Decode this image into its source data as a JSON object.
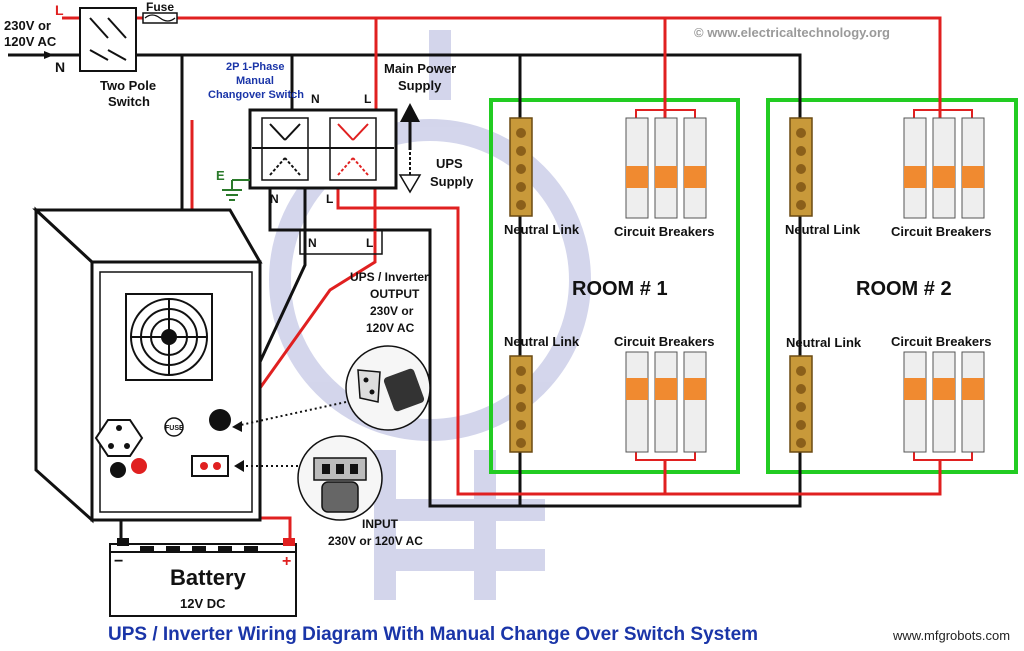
{
  "supply": {
    "voltage_line1": "230V or",
    "voltage_line2": "120V AC",
    "line_label": "L",
    "neutral_label": "N"
  },
  "fuse_label": "Fuse",
  "two_pole_switch": {
    "line1": "Two Pole",
    "line2": "Switch"
  },
  "changeover": {
    "line1": "2P 1-Phase",
    "line2": "Manual",
    "line3": "Changover Switch",
    "n_top": "N",
    "l_top": "L",
    "n_bottom": "N",
    "l_bottom": "L",
    "earth_label": "E"
  },
  "main_power": {
    "line1": "Main Power",
    "line2": "Supply"
  },
  "ups_supply": {
    "line1": "UPS",
    "line2": "Supply"
  },
  "inverter_wire": {
    "n_label": "N",
    "l_label": "L"
  },
  "ups_output": {
    "line1": "UPS / Inverter",
    "line2": "OUTPUT",
    "line3": "230V or",
    "line4": "120V AC"
  },
  "ups_input": {
    "line1": "INPUT",
    "line2": "230V or 120V AC"
  },
  "fuse_panel_label": "FUSE",
  "battery": {
    "title": "Battery",
    "subtitle": "12V DC",
    "minus": "−",
    "plus": "+"
  },
  "room1": {
    "title": "ROOM # 1",
    "neutral_top": "Neutral Link",
    "breakers_top": "Circuit Breakers",
    "neutral_bottom": "Neutral Link",
    "breakers_bottom": "Circuit Breakers"
  },
  "room2": {
    "title": "ROOM # 2",
    "neutral_top": "Neutral Link",
    "breakers_top": "Circuit Breakers",
    "neutral_bottom": "Neutral Link",
    "breakers_bottom": "Circuit Breakers"
  },
  "watermark_top": "© www.electricaltechnology.org",
  "watermark_bottom": "www.mfgrobots.com",
  "footer_title": "UPS / Inverter Wiring Diagram With Manual Change Over Switch System",
  "colors": {
    "live": "#e02020",
    "neutral": "#111111",
    "room_border": "#22cc22",
    "title": "#1a35a8",
    "breaker_orange": "#f08a30",
    "brass": "#b8862e"
  }
}
